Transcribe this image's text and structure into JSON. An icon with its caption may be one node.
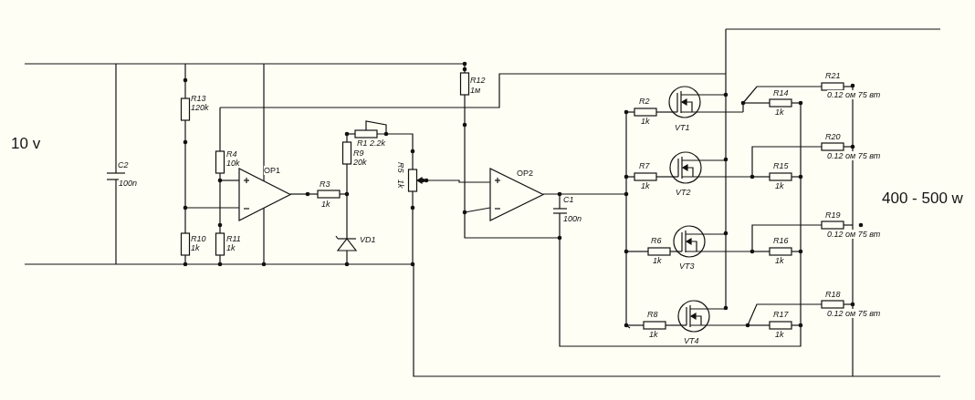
{
  "diagram": {
    "labels": [
      "10 v",
      "C2",
      "100n",
      "R13",
      "120k",
      "R4",
      "10k",
      "OP1",
      "R10",
      "1k",
      "R11",
      "1k",
      "R3",
      "1k",
      "R1 2.2k",
      "R9",
      "20k",
      "VD1",
      "R5",
      "1k",
      "R12",
      "1м",
      "OP2",
      "C1",
      "100n",
      "R21",
      "0.12 ом 75 вт",
      "R2",
      "1k",
      "VT1",
      "R14",
      "1k",
      "R20",
      "0.12 ом 75 вт",
      "R7",
      "1k",
      "VT2",
      "R15",
      "1k",
      "400 - 500 w",
      "R19",
      "0.12 ом 75 вт",
      "R6",
      "1k",
      "VT3",
      "R16",
      "1k",
      "R18",
      "0.12 ом 75 вт",
      "R8",
      "1k",
      "VT4",
      "R17",
      "1k"
    ]
  }
}
